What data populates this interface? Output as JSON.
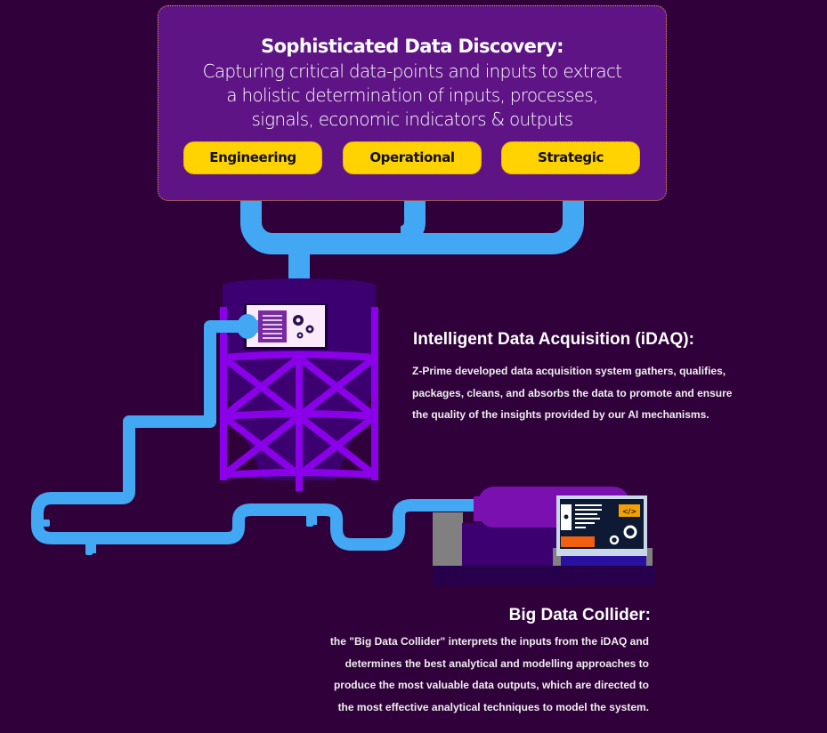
{
  "discovery": {
    "title": "Sophisticated Data Discovery:",
    "subtitle_lines": [
      "Capturing critical data-points and inputs to extract",
      "a holistic determination of inputs, processes,",
      "signals, economic indicators & outputs"
    ],
    "categories": [
      "Engineering",
      "Operational",
      "Strategic"
    ]
  },
  "idaq": {
    "title": "Intelligent Data Acquisition (iDAQ):",
    "body_lines": [
      "Z-Prime developed data acquisition system gathers, qualifies,",
      "packages, cleans, and absorbs the data to promote and ensure",
      "the quality of the insights provided by our AI mechanisms."
    ]
  },
  "collider": {
    "title": "Big Data Collider:",
    "body_lines": [
      "the \"Big Data Collider\" interprets the inputs from the iDAQ and",
      "determines the best analytical and modelling approaches to",
      "produce the most valuable data outputs, which are directed to",
      "the most effective analytical techniques to model the system."
    ],
    "screen_code_tag": "</>"
  },
  "colors": {
    "background": "#30003b",
    "panel": "#5e1485",
    "pill": "#ffd200",
    "pipe": "#42a8f4",
    "tower": "#8a00e8",
    "tank": "#3c0070"
  }
}
